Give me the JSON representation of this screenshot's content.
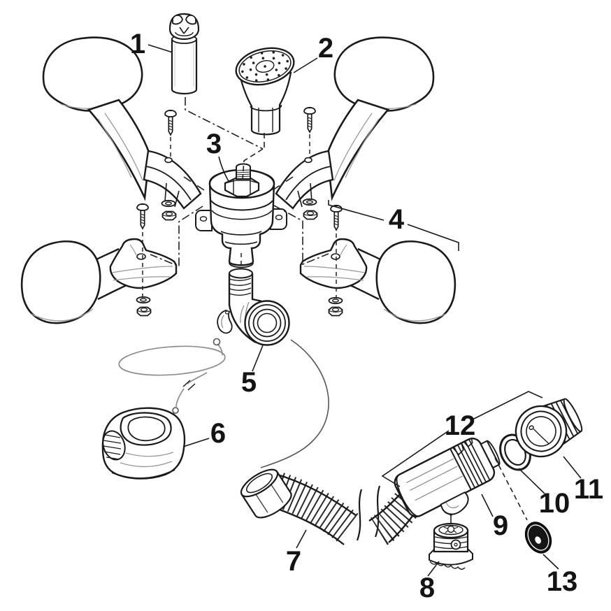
{
  "diagram": {
    "background": "#ffffff",
    "line_color": "#1a1a1a",
    "dark_fill": "#151515",
    "labels": [
      {
        "number": "1"
      },
      {
        "number": "2"
      },
      {
        "number": "3"
      },
      {
        "number": "4"
      },
      {
        "number": "5"
      },
      {
        "number": "6"
      },
      {
        "number": "7"
      },
      {
        "number": "8"
      },
      {
        "number": "9"
      },
      {
        "number": "10"
      },
      {
        "number": "11"
      },
      {
        "number": "12"
      },
      {
        "number": "13"
      }
    ]
  }
}
